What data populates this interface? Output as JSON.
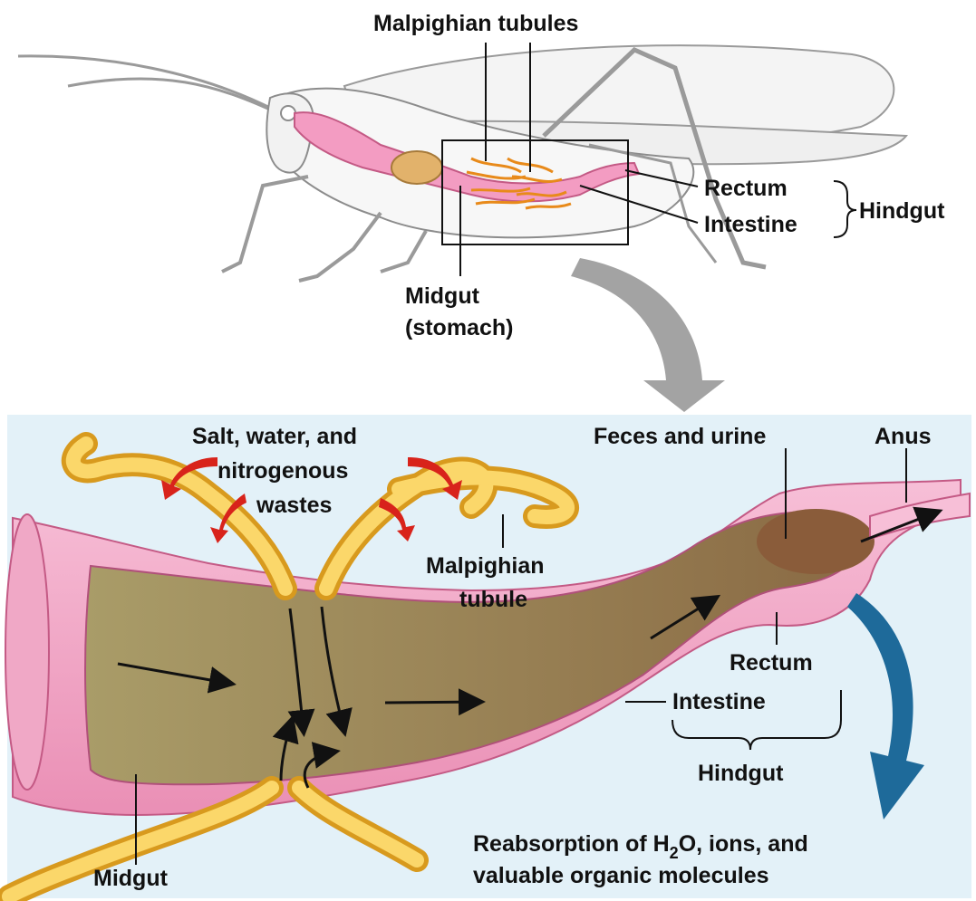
{
  "top_panel": {
    "labels": {
      "malpighian_tubules": "Malpighian tubules",
      "rectum": "Rectum",
      "intestine": "Intestine",
      "hindgut": "Hindgut",
      "midgut_line1": "Midgut",
      "midgut_line2": "(stomach)"
    }
  },
  "bottom_panel": {
    "labels": {
      "salt_line1": "Salt, water, and",
      "salt_line2": "nitrogenous",
      "salt_line3": "wastes",
      "feces_urine": "Feces and urine",
      "anus": "Anus",
      "malpighian_line1": "Malpighian",
      "malpighian_line2": "tubule",
      "rectum": "Rectum",
      "intestine": "Intestine",
      "hindgut": "Hindgut",
      "midgut": "Midgut",
      "reabsorption_line1_prefix": "Reabsorption of H",
      "reabsorption_line1_sub": "2",
      "reabsorption_line1_suffix": "O, ions, and",
      "reabsorption_line2": "valuable organic molecules"
    }
  },
  "colors": {
    "panel_background": "#e3f1f8",
    "gut_wall": "#f2a6c6",
    "gut_contents": "#9a8a55",
    "tubule": "#f7c43c",
    "red_arrow": "#d8231b",
    "blue_arrow": "#1e6a9a",
    "gray_arrow": "#a3a3a3"
  }
}
